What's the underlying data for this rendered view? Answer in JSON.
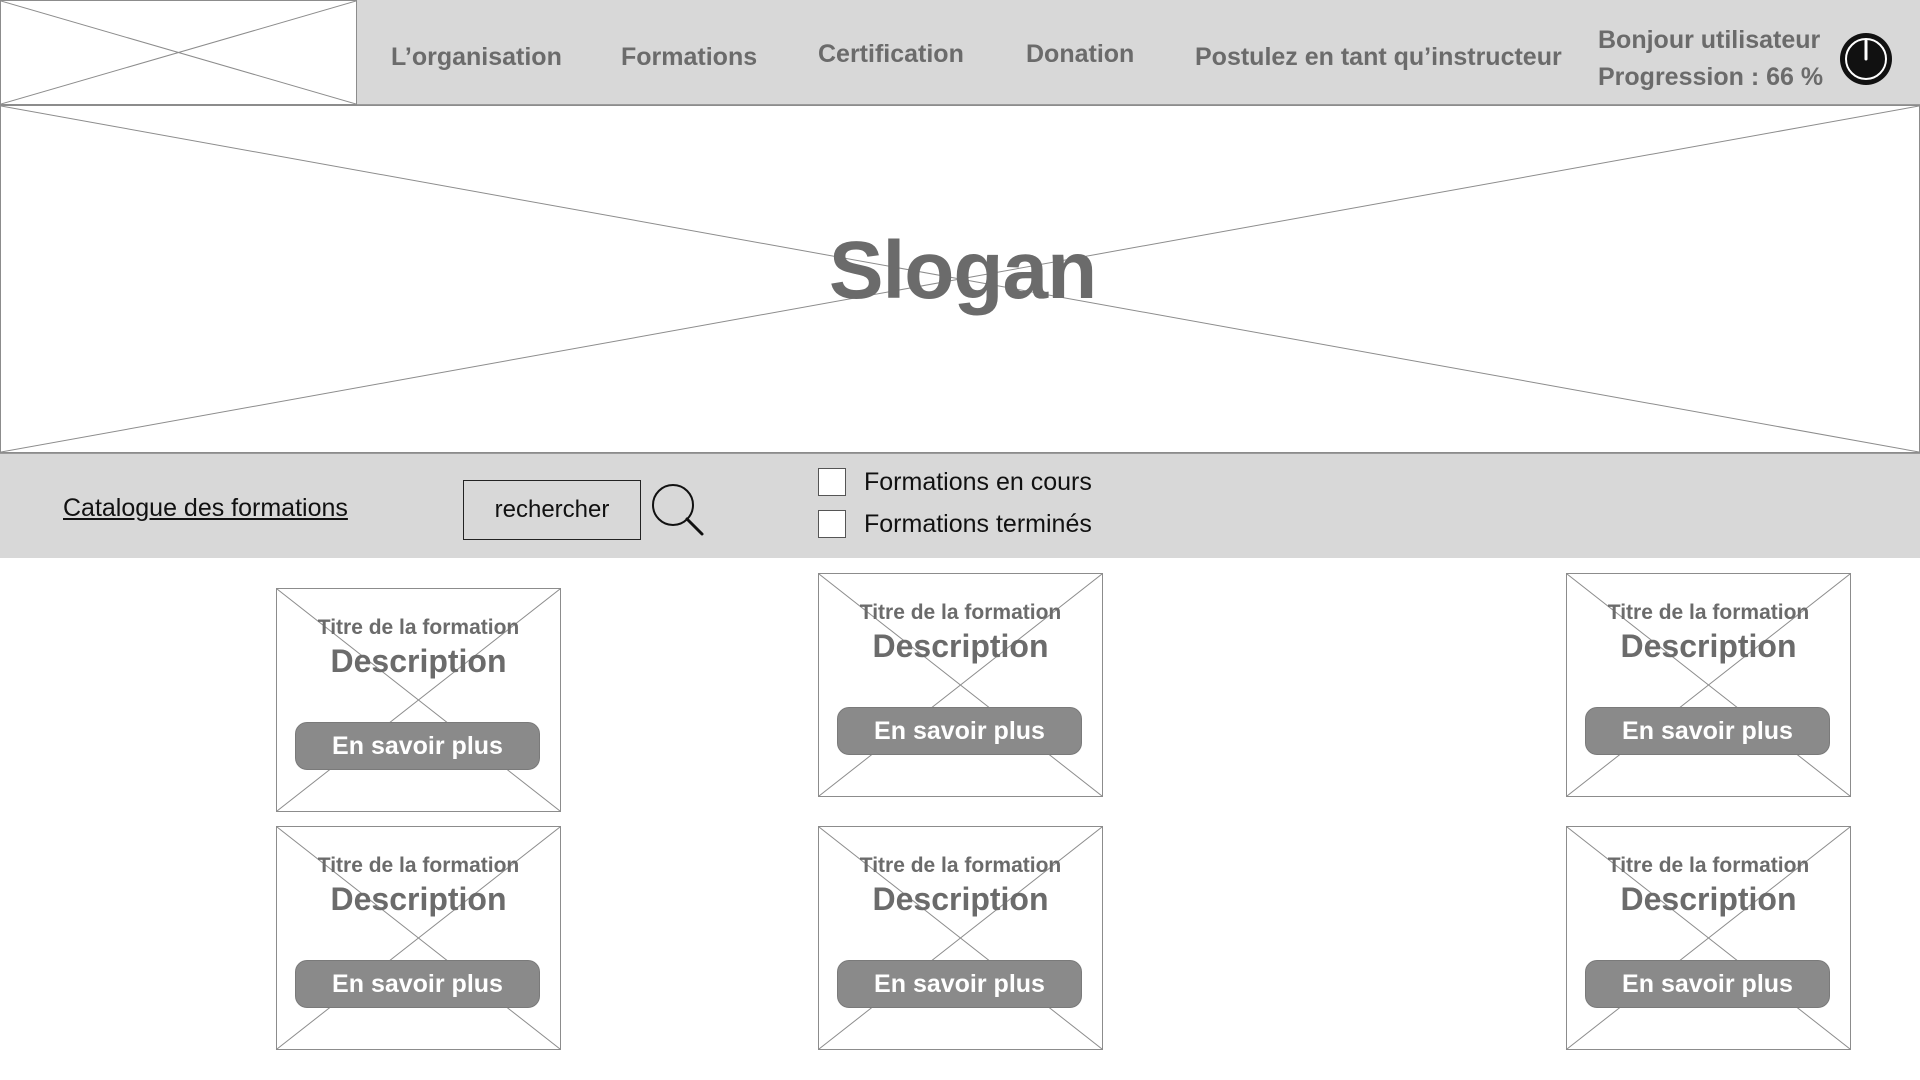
{
  "header": {
    "nav": [
      {
        "label": "L’organisation"
      },
      {
        "label": "Formations"
      },
      {
        "label": "Certification"
      },
      {
        "label": "Donation"
      },
      {
        "label": "Postulez en tant qu’instructeur"
      }
    ],
    "greeting": "Bonjour utilisateur",
    "progress_text": "Progression : 66 %",
    "progress_value": 66,
    "power_icon": "power-icon"
  },
  "hero": {
    "slogan": "Slogan"
  },
  "filters": {
    "catalog_link": "Catalogue des formations",
    "search_placeholder": "rechercher",
    "search_icon": "search-icon",
    "checkboxes": [
      {
        "label": "Formations en cours",
        "checked": false
      },
      {
        "label": "Formations terminés",
        "checked": false
      }
    ]
  },
  "cards": [
    {
      "title": "Titre de la formation",
      "description": "Description",
      "button": "En savoir plus"
    },
    {
      "title": "Titre de la formation",
      "description": "Description",
      "button": "En savoir plus"
    },
    {
      "title": "Titre de la formation",
      "description": "Description",
      "button": "En savoir plus"
    },
    {
      "title": "Titre de la formation",
      "description": "Description",
      "button": "En savoir plus"
    },
    {
      "title": "Titre de la formation",
      "description": "Description",
      "button": "En savoir plus"
    },
    {
      "title": "Titre de la formation",
      "description": "Description",
      "button": "En savoir plus"
    }
  ],
  "colors": {
    "bar_background": "#d8d8d8",
    "text_gray": "#6b6b6b",
    "button_gray": "#8a8a8a"
  }
}
